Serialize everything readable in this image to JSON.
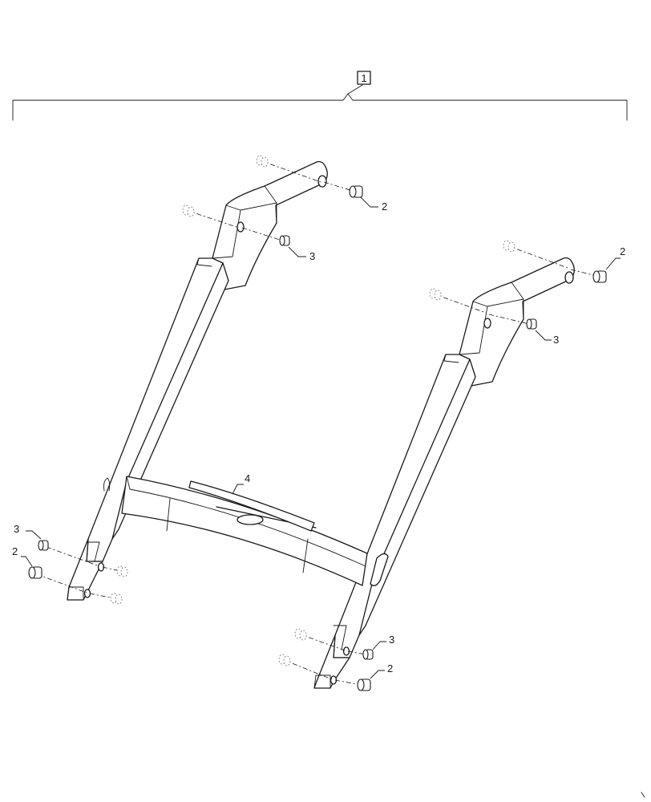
{
  "assembly": {
    "item_label": "1"
  },
  "callouts": {
    "bushing_top_left": "2",
    "pin_top_left": "3",
    "bushing_top_right": "2",
    "pin_top_right": "3",
    "decal": "4",
    "pin_bottom_left": "3",
    "bushing_bottom_left": "2",
    "pin_bottom_right": "3",
    "bushing_bottom_right": "2"
  }
}
